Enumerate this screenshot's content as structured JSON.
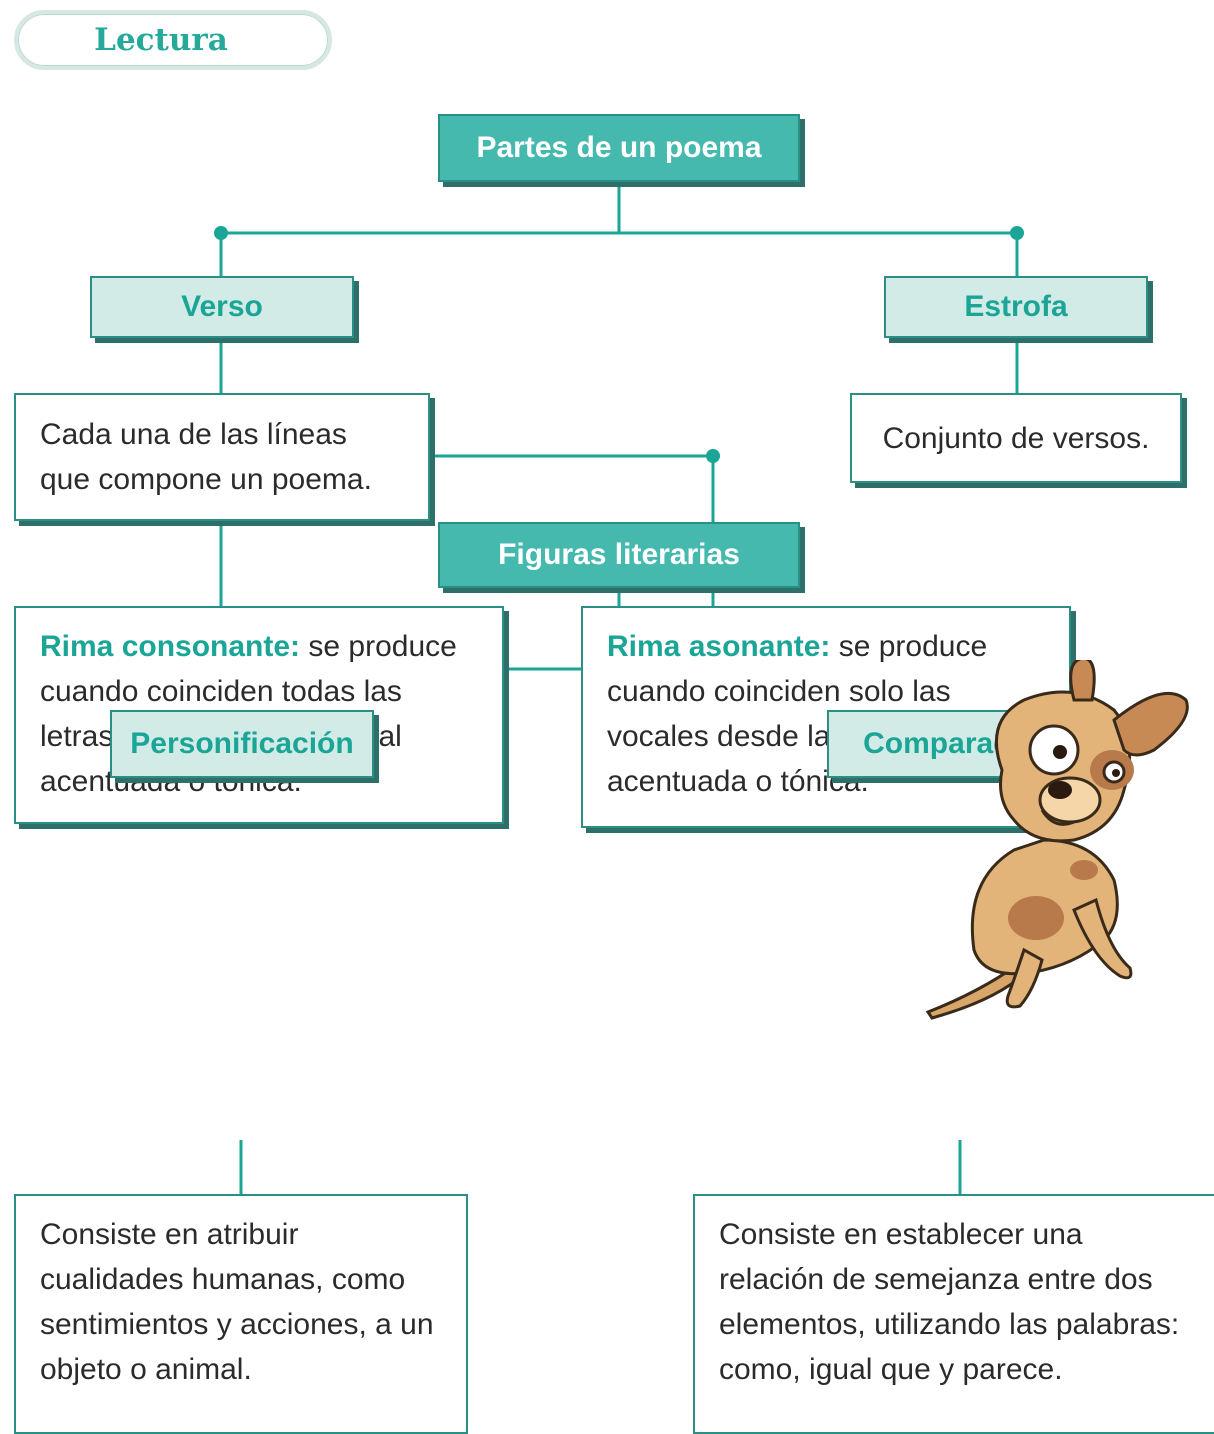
{
  "header": {
    "section_label": "Lectura"
  },
  "colors": {
    "accent": "#45b9ad",
    "accent_dark": "#2a8f84",
    "accent_light": "#d3ebe7",
    "tab_text": "#25a99a"
  },
  "diagram_top": {
    "title": "Partes de un poema",
    "verso": {
      "label": "Verso",
      "definition": "Cada una de las líneas que compone un poema.",
      "rima_consonante": {
        "term": "Rima consonante:",
        "text": " se produce cuando coinciden todas las letras desde la última vocal acentuada o tónica."
      },
      "rima_asonante": {
        "term": "Rima asonante:",
        "text": " se produce cuando coinciden solo las vocales desde la última vocal acentuada o tónica."
      }
    },
    "estrofa": {
      "label": "Estrofa",
      "definition": "Conjunto de versos."
    }
  },
  "diagram_bottom": {
    "title": "Figuras literarias",
    "personificacion": {
      "label": "Personificación",
      "definition": "Consiste en atribuir cualidades humanas, como sentimientos y acciones, a un objeto o animal."
    },
    "comparacion": {
      "label": "Comparación",
      "definition": "Consiste en establecer una relación de semejanza entre dos elementos, utilizando las palabras: como, igual que y parece."
    }
  },
  "illustration": {
    "icon": "cartoon-dog-icon"
  }
}
